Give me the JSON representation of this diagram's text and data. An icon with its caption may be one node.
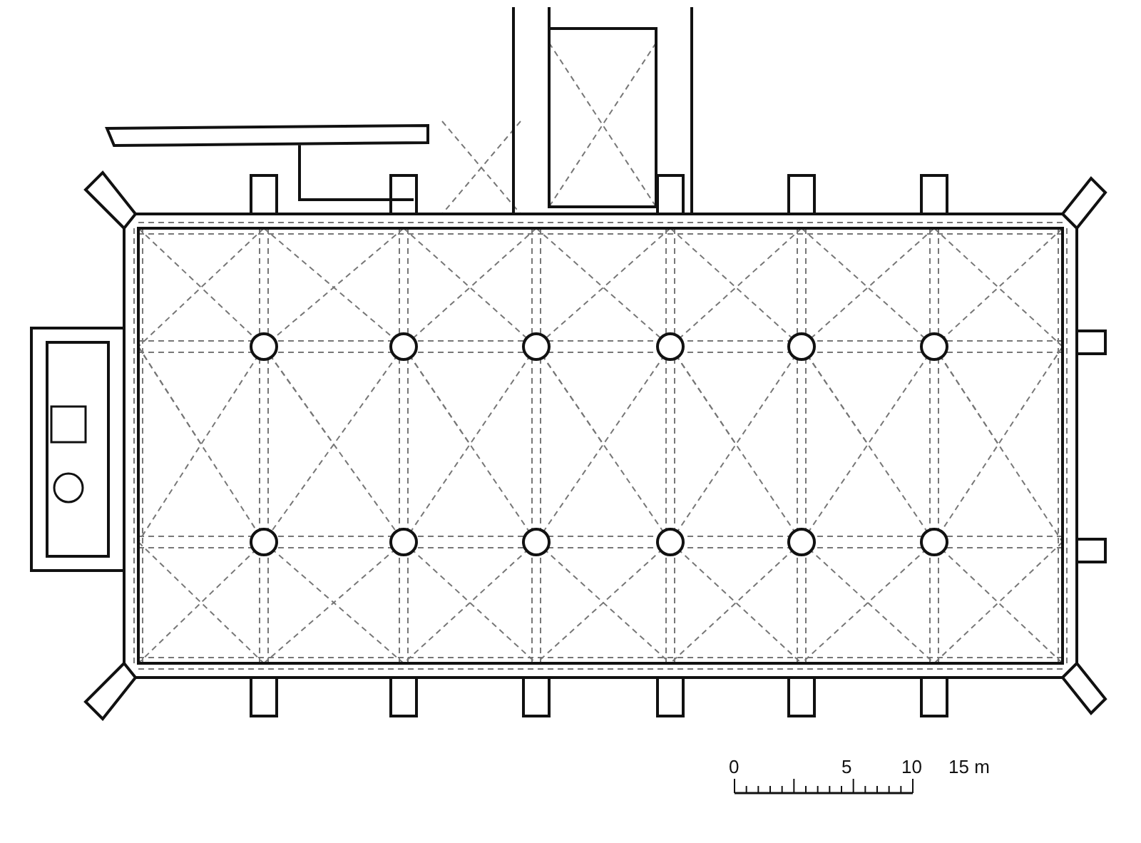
{
  "diagram": {
    "labels": [
      "0",
      "5",
      "10",
      "15 m"
    ]
  }
}
